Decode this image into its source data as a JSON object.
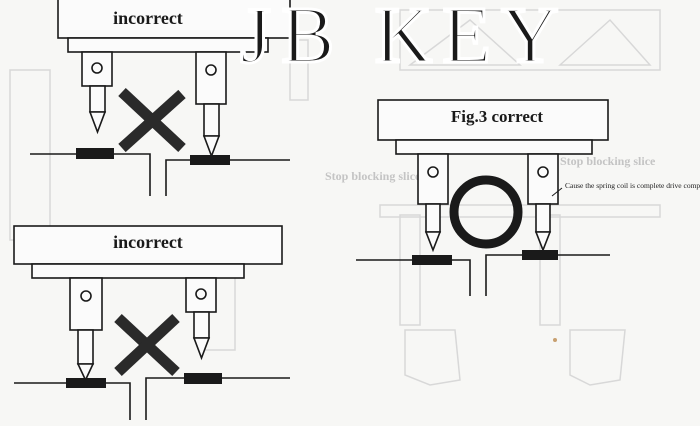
{
  "panels": {
    "top_left": {
      "label": "incorrect",
      "mark": "cross-icon"
    },
    "bottom_left": {
      "label": "incorrect",
      "mark": "cross-icon"
    },
    "right": {
      "label": "Fig.3 correct",
      "mark": "ring-icon",
      "annotation": "Cause the spring coil is complete drive compress"
    }
  },
  "background_labels": {
    "stop_blocking_1": "Stop blocking slice",
    "stop_blocking_2": "Stop blocking slice"
  },
  "watermark": "JB KEY",
  "colors": {
    "ink": "#1a1a1a",
    "faint": "#cfcfcf",
    "paper": "#f7f7f5"
  }
}
